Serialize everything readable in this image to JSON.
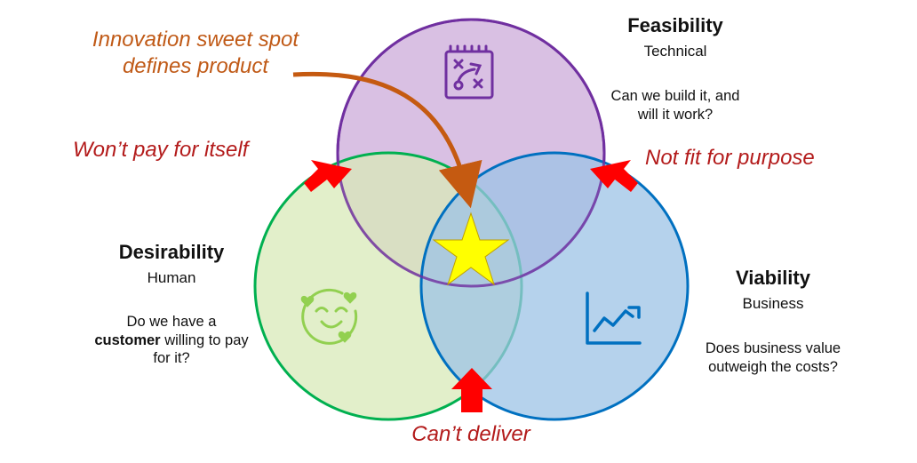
{
  "colors": {
    "feasibility_fill": "#d7bde2",
    "feasibility_stroke": "#7030a0",
    "desirability_fill": "#e2f0cb",
    "desirability_stroke": "#00b050",
    "viability_fill": "#b4d3ee",
    "viability_stroke": "#0070c0",
    "arrow_red": "#ff0000",
    "callout_orange": "#c55a11",
    "star_yellow": "#ffff00"
  },
  "feasibility": {
    "title": "Feasibility",
    "subtitle": "Technical",
    "question_line1": "Can we build it, and",
    "question_line2": "will it work?",
    "icon": "strategy-plan-icon"
  },
  "desirability": {
    "title": "Desirability",
    "subtitle": "Human",
    "question_line1": "Do we have a",
    "question_bold": "customer",
    "question_line2_rest": " willing to pay",
    "question_line3": "for it?",
    "icon": "smiley-hearts-icon"
  },
  "viability": {
    "title": "Viability",
    "subtitle": "Business",
    "question_line1": "Does business value",
    "question_line2": "outweigh the costs?",
    "icon": "growth-chart-icon"
  },
  "callouts": {
    "sweet_spot_line1": "Innovation sweet spot",
    "sweet_spot_line2": "defines product",
    "wont_pay": "Won’t pay for itself",
    "not_fit": "Not fit for purpose",
    "cant_deliver": "Can’t deliver"
  }
}
